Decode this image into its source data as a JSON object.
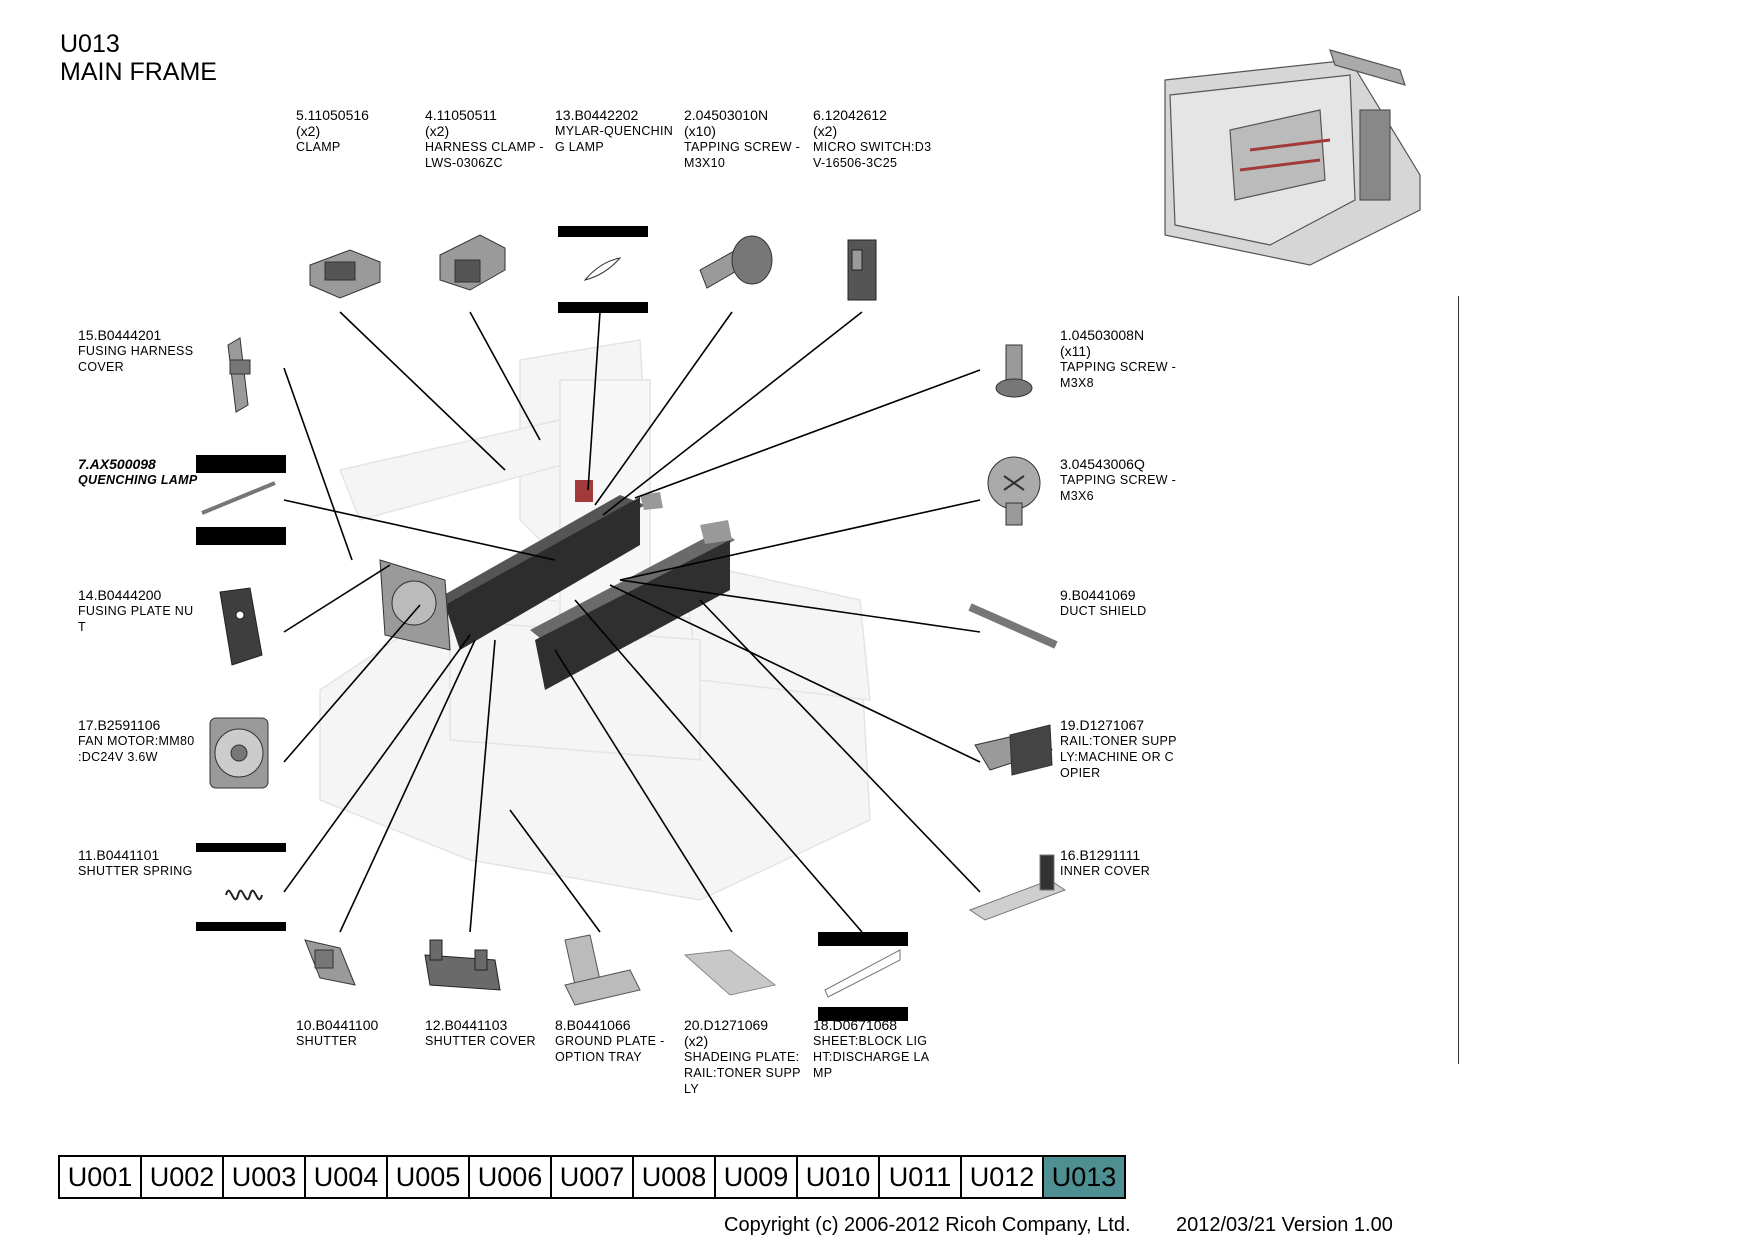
{
  "header": {
    "code": "U013",
    "title": "MAIN FRAME"
  },
  "parts": [
    {
      "id": "p5",
      "part": "5.11050516",
      "qty": "(x2)",
      "desc": "CLAMP"
    },
    {
      "id": "p4",
      "part": "4.11050511",
      "qty": "(x2)",
      "desc": "HARNESS CLAMP -\n LWS-0306ZC"
    },
    {
      "id": "p13",
      "part": "13.B0442202",
      "qty": "",
      "desc": "MYLAR-QUENCHIN\nG LAMP"
    },
    {
      "id": "p2",
      "part": "2.04503010N",
      "qty": "(x10)",
      "desc": "TAPPING SCREW -\n M3X10"
    },
    {
      "id": "p6",
      "part": "6.12042612",
      "qty": "(x2)",
      "desc": "MICRO SWITCH:D3\nV-16506-3C25"
    },
    {
      "id": "p15",
      "part": "15.B0444201",
      "qty": "",
      "desc": "FUSING HARNESS\nCOVER"
    },
    {
      "id": "p7",
      "part": "7.AX500098",
      "qty": "",
      "desc": "QUENCHING LAMP"
    },
    {
      "id": "p14",
      "part": "14.B0444200",
      "qty": "",
      "desc": "FUSING PLATE NU\nT"
    },
    {
      "id": "p17",
      "part": "17.B2591106",
      "qty": "",
      "desc": "FAN MOTOR:MM80\n:DC24V 3.6W"
    },
    {
      "id": "p11",
      "part": "11.B0441101",
      "qty": "",
      "desc": "SHUTTER SPRING"
    },
    {
      "id": "p1",
      "part": "1.04503008N",
      "qty": "(x11)",
      "desc": "TAPPING SCREW -\n M3X8"
    },
    {
      "id": "p3",
      "part": "3.04543006Q",
      "qty": "",
      "desc": "TAPPING SCREW -\n M3X6"
    },
    {
      "id": "p9",
      "part": "9.B0441069",
      "qty": "",
      "desc": "DUCT SHIELD"
    },
    {
      "id": "p19",
      "part": "19.D1271067",
      "qty": "",
      "desc": "RAIL:TONER SUPP\nLY:MACHINE OR C\nOPIER"
    },
    {
      "id": "p16",
      "part": "16.B1291111",
      "qty": "",
      "desc": "INNER COVER"
    },
    {
      "id": "p10",
      "part": "10.B0441100",
      "qty": "",
      "desc": "SHUTTER"
    },
    {
      "id": "p12",
      "part": "12.B0441103",
      "qty": "",
      "desc": "SHUTTER COVER"
    },
    {
      "id": "p8",
      "part": "8.B0441066",
      "qty": "",
      "desc": "GROUND PLATE -\nOPTION TRAY"
    },
    {
      "id": "p20",
      "part": "20.D1271069",
      "qty": "(x2)",
      "desc": "SHADEING PLATE:\nRAIL:TONER SUPP\nLY"
    },
    {
      "id": "p18",
      "part": "18.D0671068",
      "qty": "",
      "desc": "SHEET:BLOCK LIG\nHT:DISCHARGE LA\nMP"
    }
  ],
  "nav": {
    "tabs": [
      "U001",
      "U002",
      "U003",
      "U004",
      "U005",
      "U006",
      "U007",
      "U008",
      "U009",
      "U010",
      "U011",
      "U012",
      "U013"
    ],
    "active": "U013",
    "active_color": "#4e8f91"
  },
  "footer": {
    "copyright": "Copyright (c) 2006-2012 Ricoh Company, Ltd.",
    "version": "2012/03/21 Version 1.00"
  },
  "colors": {
    "part_gray": "#8c8c8c",
    "dark_part": "#3a3a3a",
    "frame_ghost": "#dcdcdc",
    "highlight_red": "#a33a3a"
  }
}
